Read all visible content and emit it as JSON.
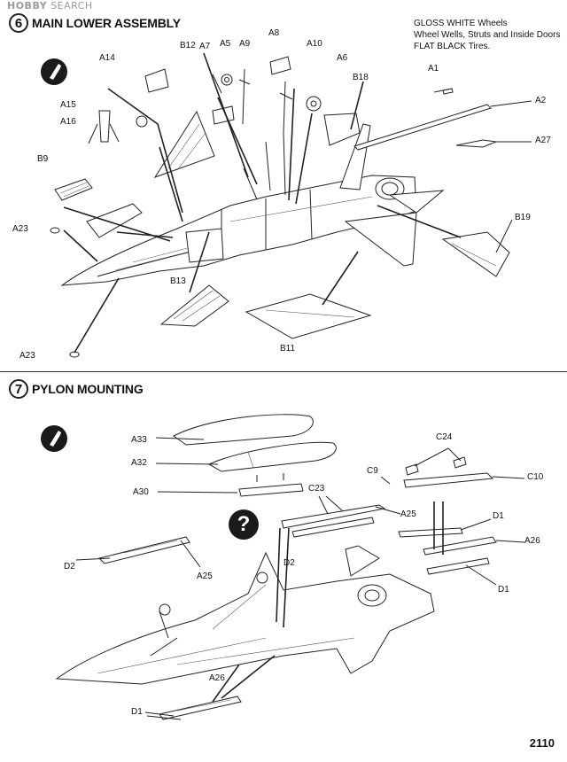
{
  "watermark": {
    "brand": "HOBBY",
    "suffix": "SEARCH"
  },
  "step6": {
    "number": "6",
    "title": "MAIN LOWER ASSEMBLY"
  },
  "paint_note": {
    "line1": "GLOSS WHITE Wheels",
    "line2": "Wheel Wells, Struts and Inside Doors",
    "line3": "FLAT BLACK Tires."
  },
  "step6_labels": {
    "A14": "A14",
    "A15": "A15",
    "A16": "A16",
    "B9": "B9",
    "A23_upper": "A23",
    "A23_lower": "A23",
    "B12": "B12",
    "A7": "A7",
    "A5": "A5",
    "A9": "A9",
    "A8": "A8",
    "A10": "A10",
    "A6": "A6",
    "B18": "B18",
    "A1": "A1",
    "A2": "A2",
    "A27": "A27",
    "B19": "B19",
    "B13": "B13",
    "B11": "B11"
  },
  "step7": {
    "number": "7",
    "title": "PYLON MOUNTING"
  },
  "step7_labels": {
    "A33": "A33",
    "A32": "A32",
    "A30": "A30",
    "C23": "C23",
    "C9": "C9",
    "C24": "C24",
    "C10": "C10",
    "A25_right": "A25",
    "A25_left": "A25",
    "D1_right": "D1",
    "D1_right2": "D1",
    "A26_right": "A26",
    "D2_left": "D2",
    "D2_center": "D2",
    "A26_bottom": "A26",
    "D1_bottom": "D1"
  },
  "question_mark": "?",
  "page_number": "2110"
}
